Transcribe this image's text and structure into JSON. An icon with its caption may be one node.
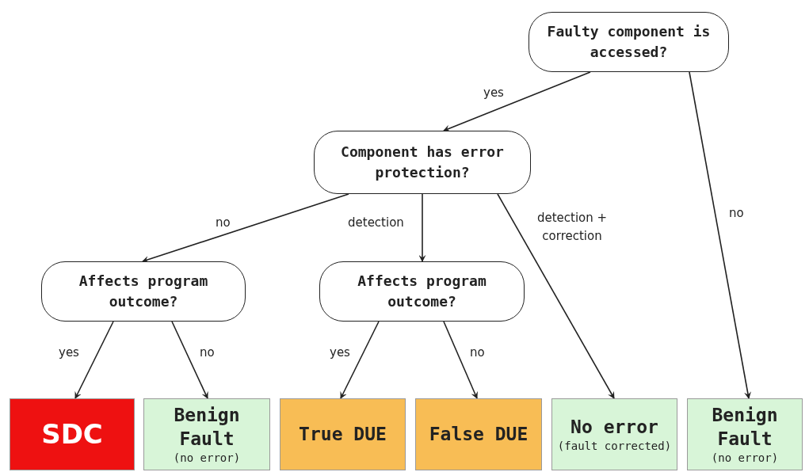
{
  "diagram": {
    "nodes": [
      {
        "text": [
          "Faulty component is accessed?"
        ]
      },
      {
        "text": [
          "Component has error protection?"
        ]
      },
      {
        "text": [
          "Affects program outcome?"
        ]
      },
      {
        "text": [
          "Affects program outcome?"
        ]
      },
      {
        "text": [
          "SDC"
        ]
      },
      {
        "text": [
          "Benign Fault",
          "(no error)"
        ]
      },
      {
        "text": [
          "True DUE"
        ]
      },
      {
        "text": [
          "False DUE"
        ]
      },
      {
        "text": [
          "No error",
          "(fault corrected)"
        ]
      },
      {
        "text": [
          "Benign Fault",
          "(no error)"
        ]
      }
    ],
    "edges": [
      {
        "from": 0,
        "to": 1,
        "arrow": "to",
        "label": "yes"
      },
      {
        "from": 0,
        "to": 9,
        "arrow": "to",
        "label": "no"
      },
      {
        "from": 1,
        "to": 2,
        "arrow": "to",
        "label": "no"
      },
      {
        "from": 1,
        "to": 3,
        "arrow": "to",
        "label": "detection"
      },
      {
        "from": 1,
        "to": 8,
        "arrow": "to",
        "label": "detection + correction"
      },
      {
        "from": 2,
        "to": 4,
        "arrow": "to",
        "label": "yes"
      },
      {
        "from": 2,
        "to": 5,
        "arrow": "to",
        "label": "no"
      },
      {
        "from": 3,
        "to": 6,
        "arrow": "to",
        "label": "yes"
      },
      {
        "from": 3,
        "to": 7,
        "arrow": "to",
        "label": "no"
      }
    ]
  }
}
